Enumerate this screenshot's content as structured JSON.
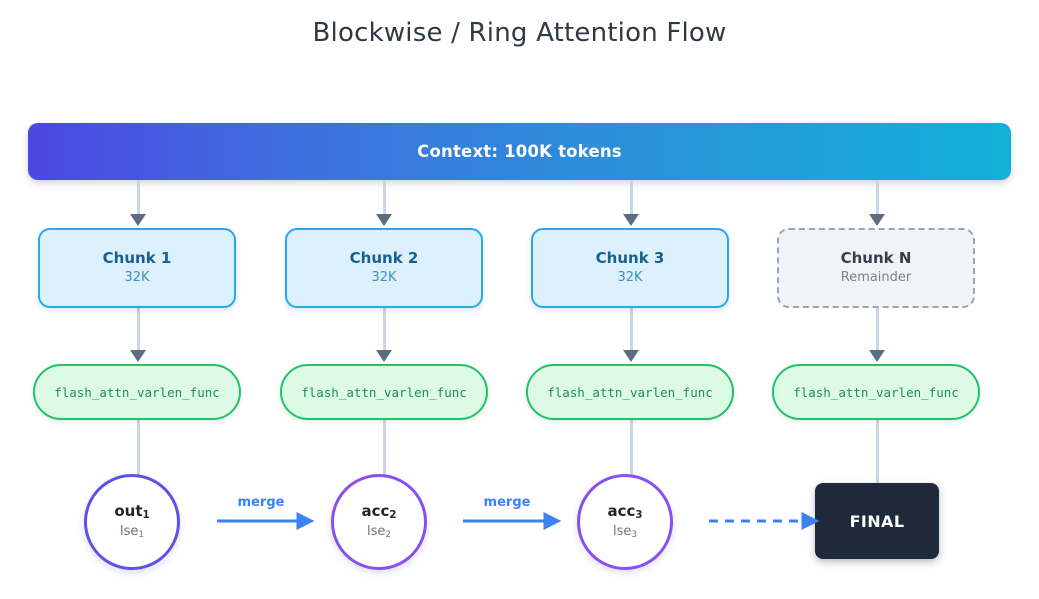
{
  "title": "Blockwise / Ring Attention Flow",
  "context": {
    "label": "Context: 100K tokens",
    "gradient_from": "#4b47e3",
    "gradient_to": "#10b2d8"
  },
  "chunks": [
    {
      "title": "Chunk 1",
      "sub": "32K",
      "style": "solid"
    },
    {
      "title": "Chunk 2",
      "sub": "32K",
      "style": "solid"
    },
    {
      "title": "Chunk 3",
      "sub": "32K",
      "style": "solid"
    },
    {
      "title": "Chunk N",
      "sub": "Remainder",
      "style": "dashed"
    }
  ],
  "funcs": [
    {
      "label": "flash_attn_varlen_func"
    },
    {
      "label": "flash_attn_varlen_func"
    },
    {
      "label": "flash_attn_varlen_func"
    },
    {
      "label": "flash_attn_varlen_func"
    }
  ],
  "accumulators": [
    {
      "main": "out",
      "main_sub": "1",
      "sub": "lse",
      "sub_sub": "1",
      "color": "#5b52e8"
    },
    {
      "main": "acc",
      "main_sub": "2",
      "sub": "lse",
      "sub_sub": "2",
      "color": "#8b4ff0"
    },
    {
      "main": "acc",
      "main_sub": "3",
      "sub": "lse",
      "sub_sub": "3",
      "color": "#8b4ff0"
    }
  ],
  "merge_arrows": [
    {
      "label": "merge",
      "dashed": false
    },
    {
      "label": "merge",
      "dashed": false
    },
    {
      "label": "",
      "dashed": true
    }
  ],
  "final": {
    "label": "FINAL",
    "color": "#1e293b"
  },
  "colors": {
    "title": "#2f3a45",
    "chunk_fill": "#ddf0fd",
    "chunk_border": "#29a8e8",
    "func_fill": "#ddfae4",
    "func_border": "#22c268",
    "arrow_blue": "#3b82f6",
    "connector": "#cbd5e1"
  }
}
